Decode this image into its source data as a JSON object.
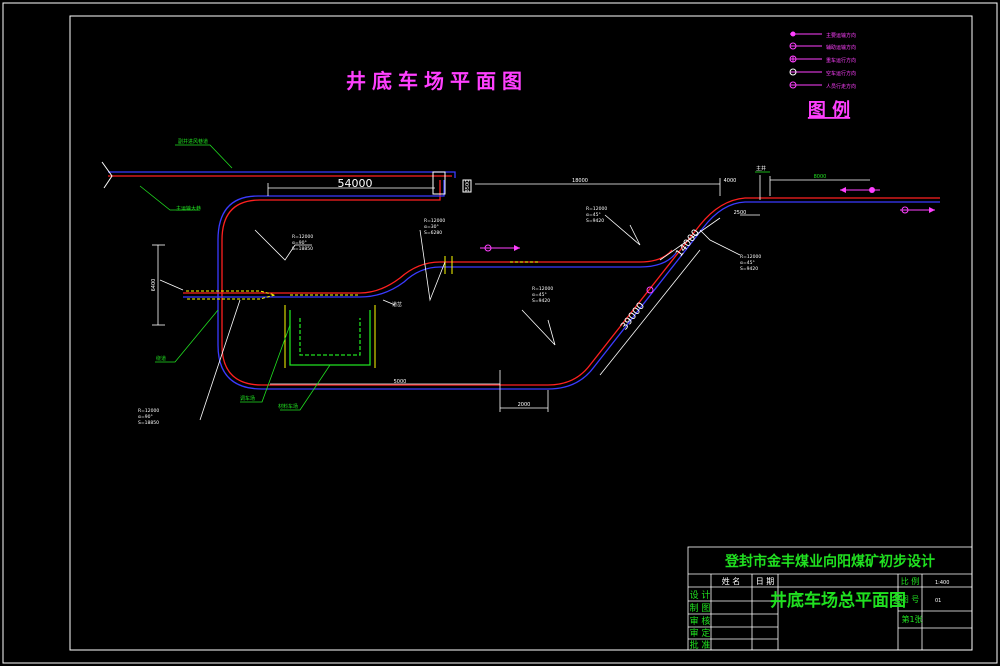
{
  "drawing_title": "井底车场平面图",
  "legend": {
    "title": "图 例",
    "items": [
      {
        "label": "主要运输方向"
      },
      {
        "label": "辅助运输方向"
      },
      {
        "label": "重车运行方向"
      },
      {
        "label": "空车运行方向"
      },
      {
        "label": "人员行走方向"
      }
    ]
  },
  "dimensions": {
    "d_54000": "54000",
    "d_14000": "14000",
    "d_39000": "39000",
    "d_6400": "6400",
    "d_4000": "4000",
    "d_3500": "3500",
    "d_2500": "2500",
    "d_5000": "5000",
    "d_18000": "18000",
    "d_2000": "2000",
    "d_8000": "8000"
  },
  "curve_notes": {
    "upper_left": {
      "line1": "R=12000",
      "line2": "α=90°",
      "line3": "S=18850"
    },
    "upper_mid": {
      "line1": "R=12000",
      "line2": "α=30°",
      "line3": "S=6280"
    },
    "mid_right": {
      "line1": "R=12000",
      "line2": "α=45°",
      "line3": "S=9420"
    },
    "center": {
      "line1": "R=12000",
      "line2": "α=45°",
      "line3": "S=9420"
    },
    "lower_left": {
      "line1": "R=12000",
      "line2": "α=90°",
      "line3": "S=18850"
    },
    "far_right": {
      "line1": "R=12000",
      "line2": "α=45°",
      "line3": "S=9420"
    }
  },
  "callouts": {
    "top_track": "副井进风巷道",
    "left_track": "主运输大巷",
    "left_loop": "绕道",
    "storage": "调车场",
    "bottom_storage": "材料车场",
    "right_track": "主井",
    "turnout": "道岔"
  },
  "title_block": {
    "project": "登封市金丰煤业向阳煤矿初步设计",
    "sheet_title": "井底车场总平面图",
    "headers": {
      "name": "姓 名",
      "date": "日 期",
      "scale_label": "比 例",
      "scale_value": "1:400"
    },
    "roles": [
      "设 计",
      "制 图",
      "审 核",
      "审 定",
      "批 准"
    ],
    "sheet_no_label": "图 号",
    "sheet_no": "第1张",
    "sheet_code": "01"
  },
  "colors": {
    "track_red": "#ff2020",
    "track_blue": "#3b3bff",
    "magenta": "#ff40ff",
    "green": "#20e020",
    "white": "#ffffff",
    "yellow": "#ffff00"
  }
}
